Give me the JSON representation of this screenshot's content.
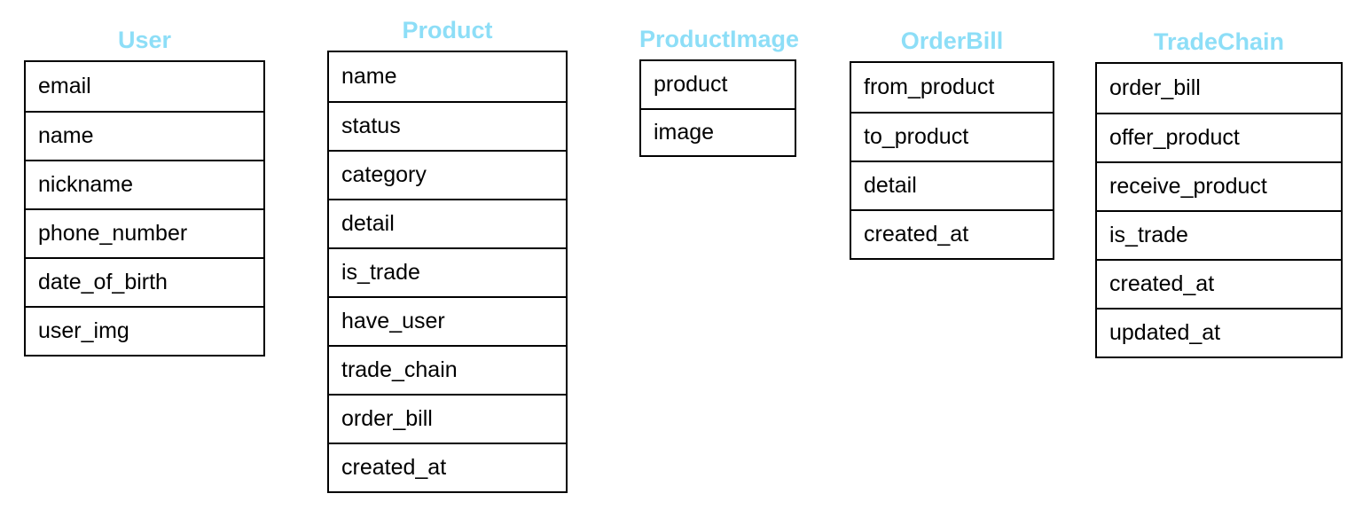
{
  "colors": {
    "table_title": "#8ddef7",
    "border": "#000000",
    "field_text": "#000000",
    "background": "#ffffff"
  },
  "tables": [
    {
      "name": "User",
      "fields": [
        "email",
        "name",
        "nickname",
        "phone_number",
        "date_of_birth",
        "user_img"
      ]
    },
    {
      "name": "Product",
      "fields": [
        "name",
        "status",
        "category",
        "detail",
        "is_trade",
        "have_user",
        "trade_chain",
        "order_bill",
        "created_at"
      ]
    },
    {
      "name": "ProductImage",
      "fields": [
        "product",
        "image"
      ]
    },
    {
      "name": "OrderBill",
      "fields": [
        "from_product",
        "to_product",
        "detail",
        "created_at"
      ]
    },
    {
      "name": "TradeChain",
      "fields": [
        "order_bill",
        "offer_product",
        "receive_product",
        "is_trade",
        "created_at",
        "updated_at"
      ]
    }
  ]
}
